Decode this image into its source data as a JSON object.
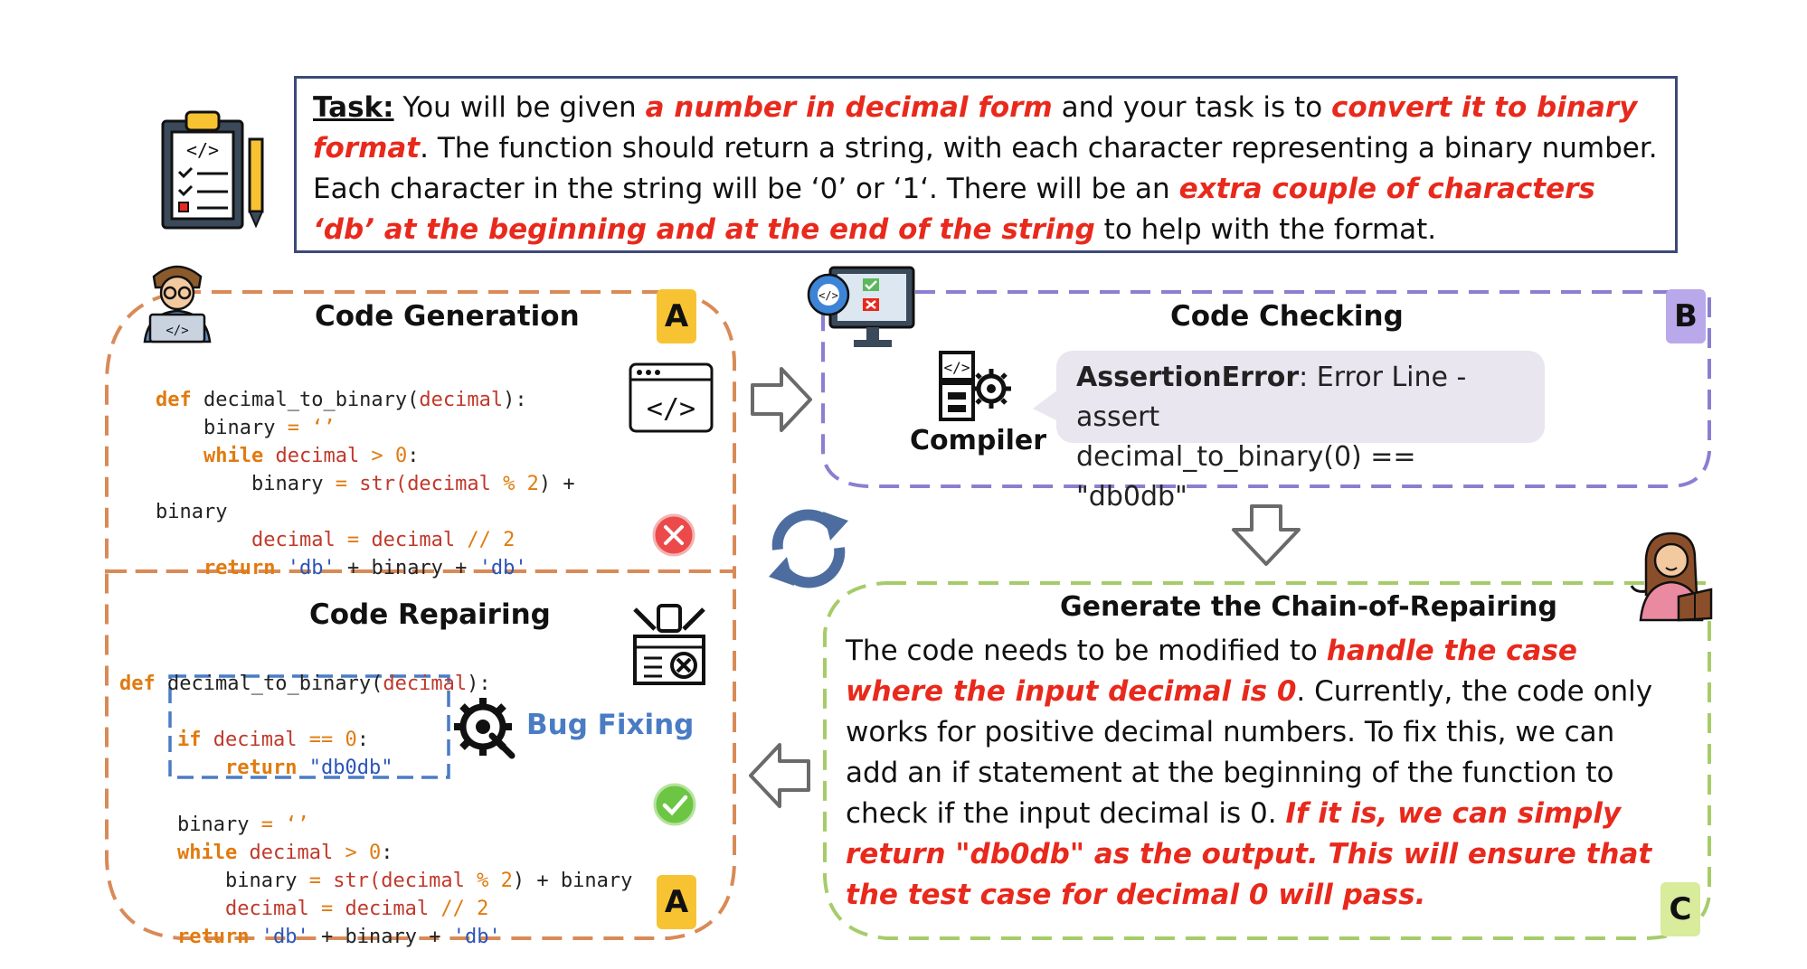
{
  "task": {
    "label": "Task:",
    "s1": " You will be given ",
    "h1": "a number in decimal form",
    "s2": " and your task is to ",
    "h2": "convert it to binary format",
    "s3": ". The function should return a string, with each character representing a binary number. Each character in the string will be ‘0’ or ‘1‘. There will be an ",
    "h3": "extra couple of characters ‘db’ at the beginning and at the end of the string",
    "s4": " to help with the format."
  },
  "panels": {
    "generation": {
      "title": "Code Generation",
      "badge": "A"
    },
    "checking": {
      "title": "Code Checking",
      "badge": "B",
      "compiler_label": "Compiler"
    },
    "repairing": {
      "title": "Code Repairing",
      "badge": "A",
      "bug_fixing": "Bug Fixing"
    },
    "chain": {
      "title": "Generate the Chain-of-Repairing",
      "badge": "C"
    }
  },
  "error": {
    "label": "AssertionError",
    "text": ": Error Line - assert",
    "line2": "decimal_to_binary(0) == \"db0db\""
  },
  "code": {
    "def": "def",
    "fn": " decimal_to_binary(",
    "arg": "decimal",
    "close": "):",
    "binary": "binary",
    "eq": " = ",
    "empty": "‘’",
    "while": "while",
    "decimal": "decimal",
    "gt": " > ",
    "zero": "0",
    "colon": ":",
    "str_fn": "str(",
    "mod": " % ",
    "two": "2",
    "plus_binary": ") + ",
    "binary_wrap": "binary",
    "floordiv": " // ",
    "return": "return",
    "db": "'db'",
    "plus": " + ",
    "if": "if",
    "eqeq": " == ",
    "db0db": "\"db0db\""
  },
  "repair": {
    "s1": "The code needs to be modified to ",
    "h1": "handle the case where the input decimal is 0",
    "s2": ". Currently, the code only works for positive decimal numbers. To fix this, we can add an if statement at the beginning of the function to check if the input decimal is 0. ",
    "h2": "If it is, we can simply return \"db0db\" as the output. This will ensure that the test case for decimal 0 will pass."
  },
  "colors": {
    "orange": "#d98a57",
    "purple": "#8a7fd0",
    "green": "#a6cc6a",
    "blue": "#4a7cc4",
    "badge_a": "#f7c332",
    "badge_b": "#b9a9ea",
    "badge_c": "#d8ec9c",
    "red": "#e8291c"
  },
  "icons": [
    "clipboard-icon",
    "developer-icon",
    "code-window-icon",
    "error-circle-icon",
    "monitor-check-icon",
    "compiler-icon",
    "gear-wrench-icon",
    "repair-tool-icon",
    "check-circle-icon",
    "refresh-cycle-icon",
    "arrow-right-icon",
    "arrow-down-icon",
    "arrow-left-icon",
    "teacher-icon"
  ]
}
